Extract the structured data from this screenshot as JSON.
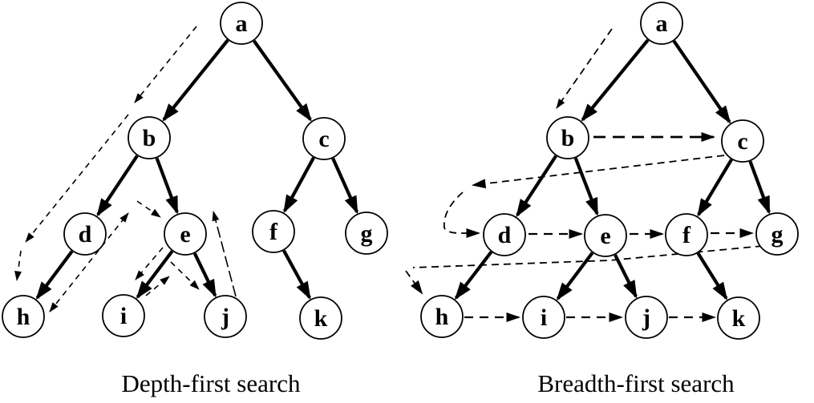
{
  "figure": {
    "background_color": "#ffffff",
    "ink_color": "#000000",
    "diagrams": [
      {
        "id": "dfs",
        "caption": "Depth-first search",
        "nodes": {
          "a": "a",
          "b": "b",
          "c": "c",
          "d": "d",
          "e": "e",
          "f": "f",
          "g": "g",
          "h": "h",
          "i": "i",
          "j": "j",
          "k": "k"
        },
        "solid_edges": [
          [
            "a",
            "b"
          ],
          [
            "a",
            "c"
          ],
          [
            "b",
            "d"
          ],
          [
            "b",
            "e"
          ],
          [
            "c",
            "f"
          ],
          [
            "c",
            "g"
          ],
          [
            "d",
            "h"
          ],
          [
            "e",
            "i"
          ],
          [
            "e",
            "j"
          ],
          [
            "f",
            "k"
          ]
        ],
        "dashed_traversal_arrows": [
          [
            "a",
            "b"
          ],
          [
            "b",
            "h"
          ],
          [
            "h",
            "b"
          ],
          [
            "b",
            "e"
          ],
          [
            "e",
            "i"
          ],
          [
            "i",
            "e"
          ],
          [
            "e",
            "j"
          ],
          [
            "j",
            "e"
          ]
        ]
      },
      {
        "id": "bfs",
        "caption": "Breadth-first search",
        "nodes": {
          "a": "a",
          "b": "b",
          "c": "c",
          "d": "d",
          "e": "e",
          "f": "f",
          "g": "g",
          "h": "h",
          "i": "i",
          "j": "j",
          "k": "k"
        },
        "solid_edges": [
          [
            "a",
            "b"
          ],
          [
            "a",
            "c"
          ],
          [
            "b",
            "d"
          ],
          [
            "b",
            "e"
          ],
          [
            "c",
            "f"
          ],
          [
            "c",
            "g"
          ],
          [
            "d",
            "h"
          ],
          [
            "e",
            "i"
          ],
          [
            "e",
            "j"
          ],
          [
            "f",
            "k"
          ]
        ],
        "dashed_traversal_arrows": [
          [
            "a",
            "b"
          ],
          [
            "b",
            "c"
          ],
          [
            "c",
            "d"
          ],
          [
            "d",
            "e"
          ],
          [
            "e",
            "f"
          ],
          [
            "f",
            "g"
          ],
          [
            "g",
            "h"
          ],
          [
            "h",
            "i"
          ],
          [
            "i",
            "j"
          ],
          [
            "j",
            "k"
          ]
        ]
      }
    ]
  }
}
